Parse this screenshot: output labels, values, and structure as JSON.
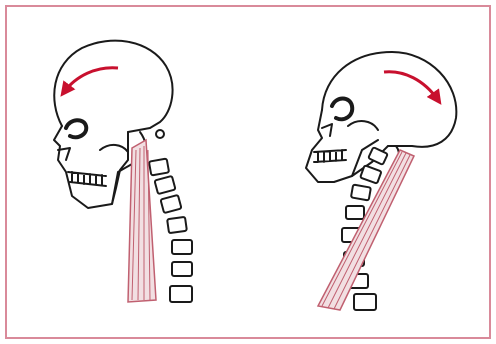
{
  "colors": {
    "border": "#d98a9a",
    "line": "#1a1a1a",
    "muscle": "#c06070",
    "muscle_fill": "#f2dfe2",
    "arrow": "#c8102e",
    "paper": "#ffffff"
  },
  "figures": [
    {
      "name": "skull-tilted-back",
      "arrow_direction": "counterclockwise"
    },
    {
      "name": "skull-tilted-forward",
      "arrow_direction": "clockwise"
    }
  ]
}
